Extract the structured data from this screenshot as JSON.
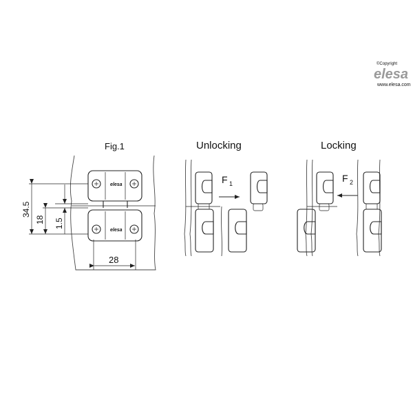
{
  "brand": {
    "copyright": "©Copyright",
    "name": "elesa",
    "website": "www.elesa.com"
  },
  "figure": {
    "label": "Fig.1"
  },
  "dimensions": {
    "d1": "34.5",
    "d2": "18",
    "d3": "1.5",
    "d4": "28"
  },
  "hinge_badge": "elesa",
  "panels": {
    "unlocking": {
      "title": "Unlocking",
      "force_main": "F",
      "force_sub": "1"
    },
    "locking": {
      "title": "Locking",
      "force_main": "F",
      "force_sub": "2"
    }
  }
}
